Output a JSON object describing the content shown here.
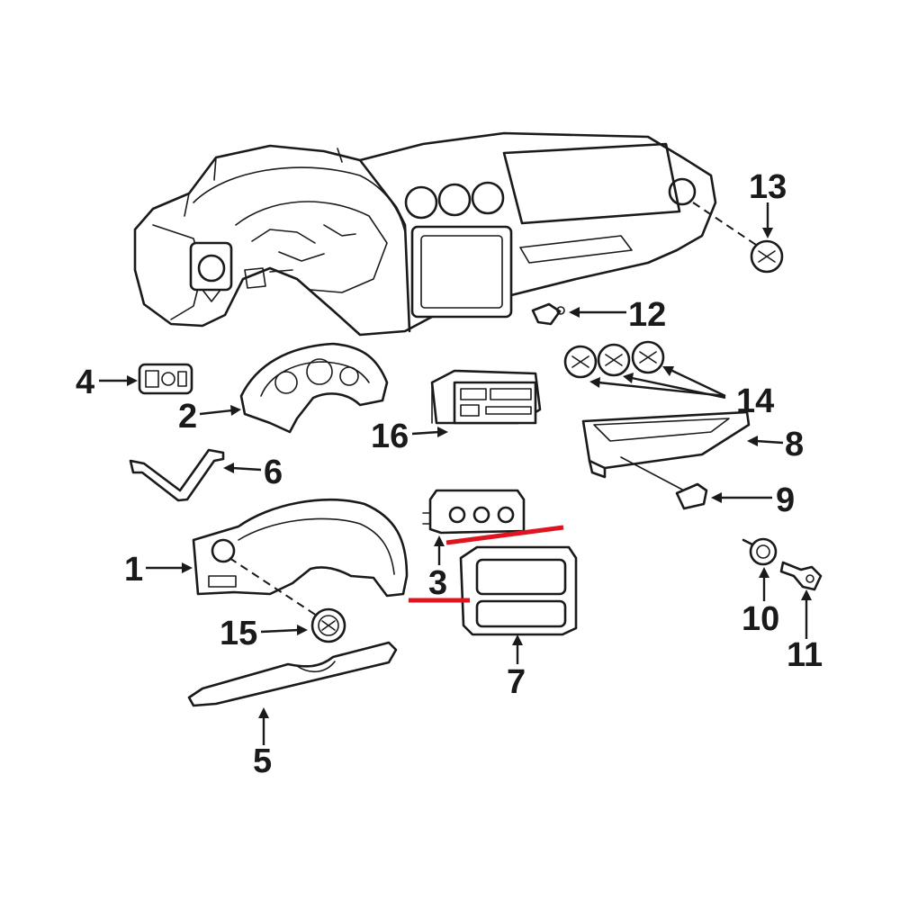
{
  "callouts": [
    {
      "label": "1"
    },
    {
      "label": "2"
    },
    {
      "label": "3"
    },
    {
      "label": "4"
    },
    {
      "label": "5"
    },
    {
      "label": "6"
    },
    {
      "label": "7"
    },
    {
      "label": "8"
    },
    {
      "label": "9"
    },
    {
      "label": "10"
    },
    {
      "label": "11"
    },
    {
      "label": "12"
    },
    {
      "label": "13"
    },
    {
      "label": "14"
    },
    {
      "label": "15"
    },
    {
      "label": "16"
    }
  ],
  "colors": {
    "line": "#1a1a1a",
    "highlight": "#e0141e",
    "background": "#ffffff"
  }
}
